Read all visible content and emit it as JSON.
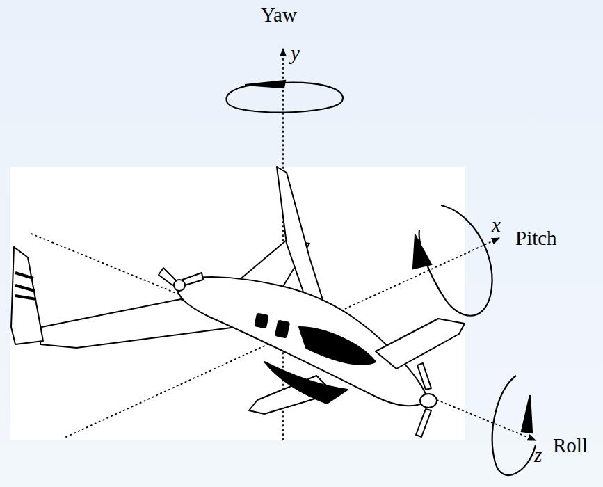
{
  "diagram": {
    "labels": [
      "Yaw",
      "y",
      "x",
      "Pitch",
      "z",
      "Roll"
    ]
  }
}
